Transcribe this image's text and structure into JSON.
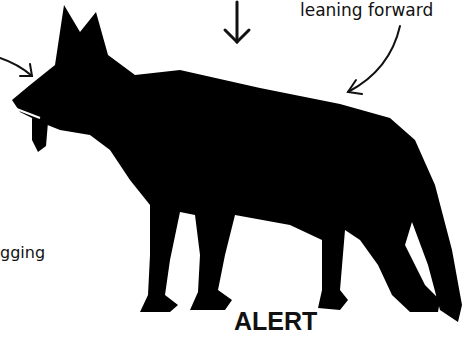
{
  "diagram": {
    "labels": [
      "leaning forward",
      "gging",
      "ALERT"
    ]
  }
}
